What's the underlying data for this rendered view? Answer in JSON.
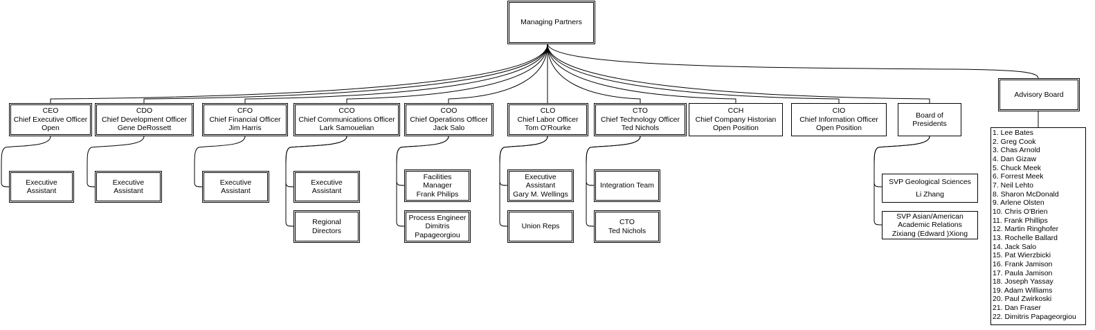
{
  "root": {
    "label": "Managing Partners"
  },
  "advisory": {
    "label": "Advisory Board",
    "members": [
      "1. Lee Bates",
      "2. Greg Cook",
      "3. Chas Arnold",
      "4. Dan Gizaw",
      "5. Chuck Meek",
      "6. Forrest Meek",
      "7. Neil Lehto",
      "8. Sharon McDonald",
      "9. Arlene Olsten",
      "10. Chris O'Brien",
      "11. Frank Phillips",
      "12. Martin Ringhofer",
      "13. Rochelle Ballard",
      "14. Jack Salo",
      "15. Pat Wierzbicki",
      "16. Frank Jamison",
      "17. Paula Jamison",
      "18. Joseph Yassay",
      "19. Adam Williams",
      "20. Paul Zwirkoski",
      "21. Dan Fraser",
      "22. Dimitris Papageorgiou"
    ]
  },
  "officers": [
    {
      "id": "ceo",
      "lines": [
        "CEO",
        "Chief Executive Officer",
        "Open"
      ]
    },
    {
      "id": "cdo",
      "lines": [
        "CDO",
        "Chief Development Officer",
        "Gene DeRossett"
      ]
    },
    {
      "id": "cfo",
      "lines": [
        "CFO",
        "Chief Financial Officer",
        "Jim Harris"
      ]
    },
    {
      "id": "cco",
      "lines": [
        "CCO",
        "Chief Communications Officer",
        "Lark Samouelian"
      ]
    },
    {
      "id": "coo",
      "lines": [
        "COO",
        "Chief Operations Officer",
        "Jack Salo"
      ]
    },
    {
      "id": "clo",
      "lines": [
        "CLO",
        "Chief Labor Officer",
        "Tom O'Rourke"
      ]
    },
    {
      "id": "cto",
      "lines": [
        "CTO",
        "Chief Technology Officer",
        "Ted Nichols"
      ]
    },
    {
      "id": "cch",
      "lines": [
        "CCH",
        "Chief Company Historian",
        "Open Position"
      ]
    },
    {
      "id": "cio",
      "lines": [
        "CIO",
        "Chief Information Officer",
        "Open Position"
      ]
    },
    {
      "id": "bop",
      "lines": [
        "Board of",
        "Presidents"
      ]
    }
  ],
  "subordinates": [
    {
      "id": "ceo-ea",
      "lines": [
        "Executive",
        "Assistant"
      ]
    },
    {
      "id": "cdo-ea",
      "lines": [
        "Executive",
        "Assistant"
      ]
    },
    {
      "id": "cfo-ea",
      "lines": [
        "Executive",
        "Assistant"
      ]
    },
    {
      "id": "cco-ea",
      "lines": [
        "Executive",
        "Assistant"
      ]
    },
    {
      "id": "cco-rd",
      "lines": [
        "Regional",
        "Directors"
      ]
    },
    {
      "id": "coo-fm",
      "lines": [
        "Facilities",
        "Manager",
        "Frank Philips"
      ]
    },
    {
      "id": "coo-pe",
      "lines": [
        "Process Engineer",
        "Dimitris",
        "Papageorgiou"
      ]
    },
    {
      "id": "clo-ea",
      "lines": [
        "Executive",
        "Assistant",
        "Gary M. Wellings"
      ]
    },
    {
      "id": "clo-ur",
      "lines": [
        "Union Reps"
      ]
    },
    {
      "id": "cto-it",
      "lines": [
        "Integration Team"
      ]
    },
    {
      "id": "cto-cto",
      "lines": [
        "CTO",
        "Ted Nichols"
      ]
    },
    {
      "id": "bop-svp1",
      "lines": [
        "SVP Geological Sciences",
        "",
        "Li Zhang"
      ]
    },
    {
      "id": "bop-svp2",
      "lines": [
        "SVP Asian/American",
        "Academic Relations",
        "Zixiang (Edward )Xiong"
      ]
    }
  ]
}
